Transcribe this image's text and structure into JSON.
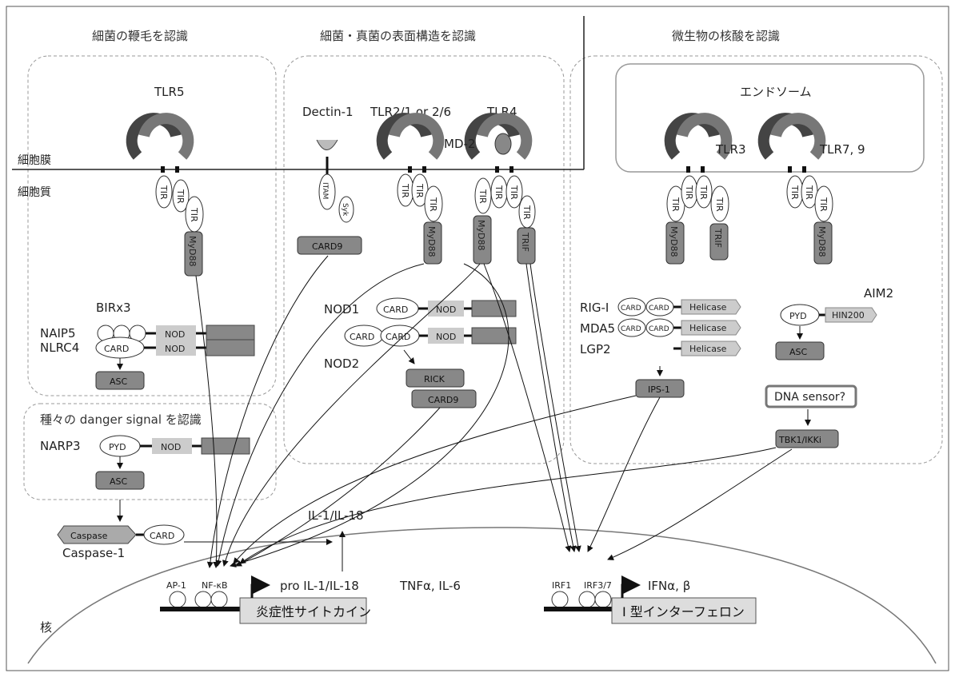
{
  "headers": {
    "flagellin": "細菌の鞭毛を認識",
    "surface": "細菌・真菌の表面構造を認識",
    "nucleic": "微生物の核酸を認識",
    "danger": "種々の danger signal を認識"
  },
  "membrane": {
    "membrane": "細胞膜",
    "cytoplasm": "細胞質",
    "nucleus": "核",
    "endosome": "エンドソーム"
  },
  "receptors": {
    "tlr5": "TLR5",
    "dectin": "Dectin-1",
    "tlr21": "TLR2/1 or 2/6",
    "tlr4": "TLR4",
    "md2": "MD-2",
    "tlr3": "TLR3",
    "tlr79": "TLR7, 9"
  },
  "domains": {
    "tir": "TIR",
    "myd88": "MyD88",
    "trif": "TRIF",
    "itam": "ITAM",
    "syk": "Syk",
    "card": "CARD",
    "nod": "NOD",
    "pyd": "PYD",
    "helicase": "Helicase",
    "hin200": "HIN200"
  },
  "adaptors": {
    "card9": "CARD9",
    "asc": "ASC",
    "rick": "RICK",
    "ips1": "IPS-1",
    "tbk1": "TBK1/IKKi",
    "dna_sensor": "DNA sensor?",
    "caspase": "Caspase",
    "caspase1": "Caspase-1"
  },
  "proteins": {
    "birx3": "BIRx3",
    "naip5": "NAIP5",
    "nlrc4": "NLRC4",
    "narp3": "NARP3",
    "nod1": "NOD1",
    "nod2": "NOD2",
    "rigi": "RIG-I",
    "mda5": "MDA5",
    "lgp2": "LGP2",
    "aim2": "AIM2"
  },
  "transcription": {
    "ap1": "AP-1",
    "nfkb": "NF-κB",
    "irf1": "IRF1",
    "irf37": "IRF3/7",
    "il1_il18": "IL-1/IL-18",
    "pro_il": "pro IL-1/IL-18",
    "tnf_il6": "TNFα,  IL-6",
    "ifn": "IFNα,  β",
    "inflam_gene": "炎症性サイトカイン",
    "ifn_gene": "I 型インターフェロン"
  }
}
